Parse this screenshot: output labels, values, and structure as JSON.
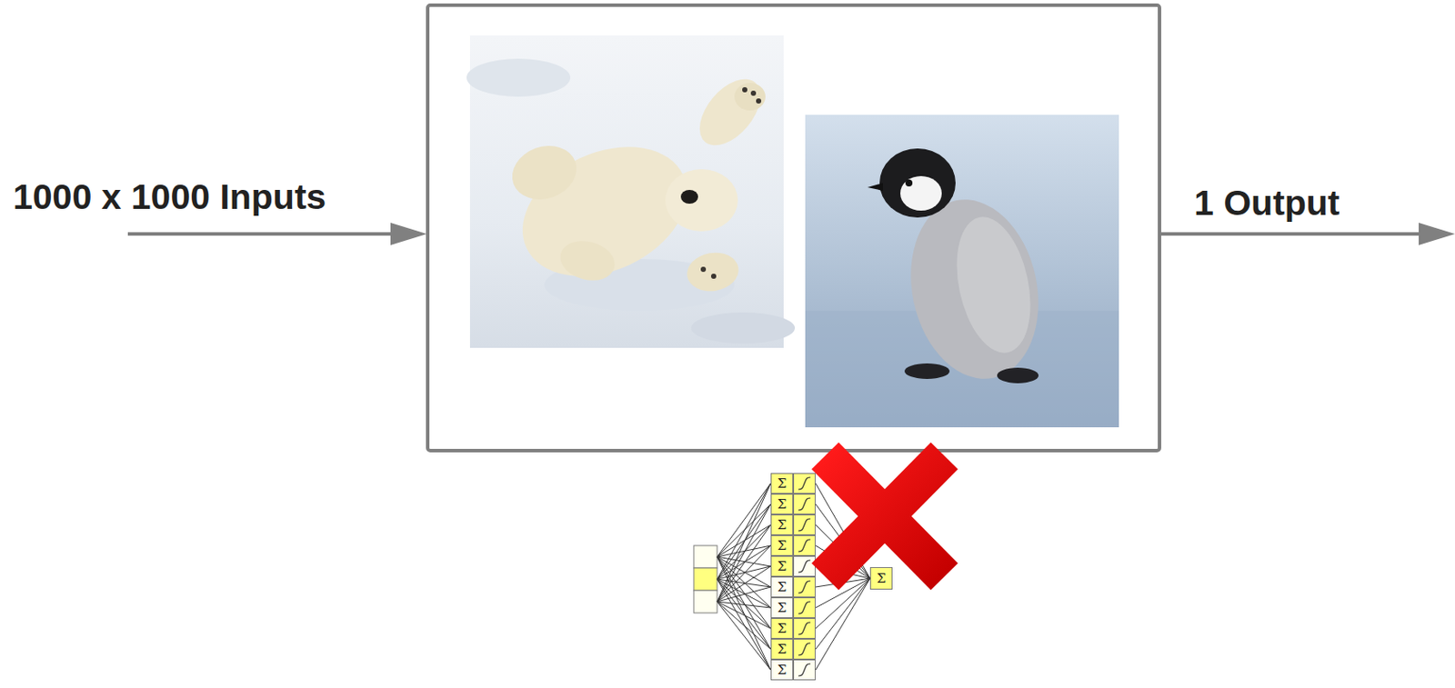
{
  "diagram": {
    "nodes": [
      {
        "text": [
          "Σ"
        ]
      },
      {
        "text": [
          "Σ"
        ]
      },
      {
        "text": [
          "Σ"
        ]
      },
      {
        "text": [
          "Σ"
        ]
      },
      {
        "text": [
          "Σ"
        ]
      },
      {
        "text": [
          "Σ"
        ]
      },
      {
        "text": [
          "Σ"
        ]
      },
      {
        "text": [
          "Σ"
        ]
      },
      {
        "text": [
          "Σ"
        ]
      },
      {
        "text": [
          "Σ"
        ]
      },
      {
        "text": [
          "Σ"
        ]
      }
    ],
    "edges": [
      {
        "from": 0,
        "to": 10,
        "arrow": "none"
      },
      {
        "from": 1,
        "to": 10,
        "arrow": "none"
      },
      {
        "from": 2,
        "to": 10,
        "arrow": "none"
      },
      {
        "from": 3,
        "to": 10,
        "arrow": "none"
      },
      {
        "from": 4,
        "to": 10,
        "arrow": "none"
      },
      {
        "from": 5,
        "to": 10,
        "arrow": "none"
      },
      {
        "from": 6,
        "to": 10,
        "arrow": "none"
      },
      {
        "from": 7,
        "to": 10,
        "arrow": "none"
      },
      {
        "from": 8,
        "to": 10,
        "arrow": "none"
      },
      {
        "from": 9,
        "to": 10,
        "arrow": "none"
      }
    ],
    "labels": [
      "1000 x 1000 Inputs",
      "1 Output"
    ]
  }
}
